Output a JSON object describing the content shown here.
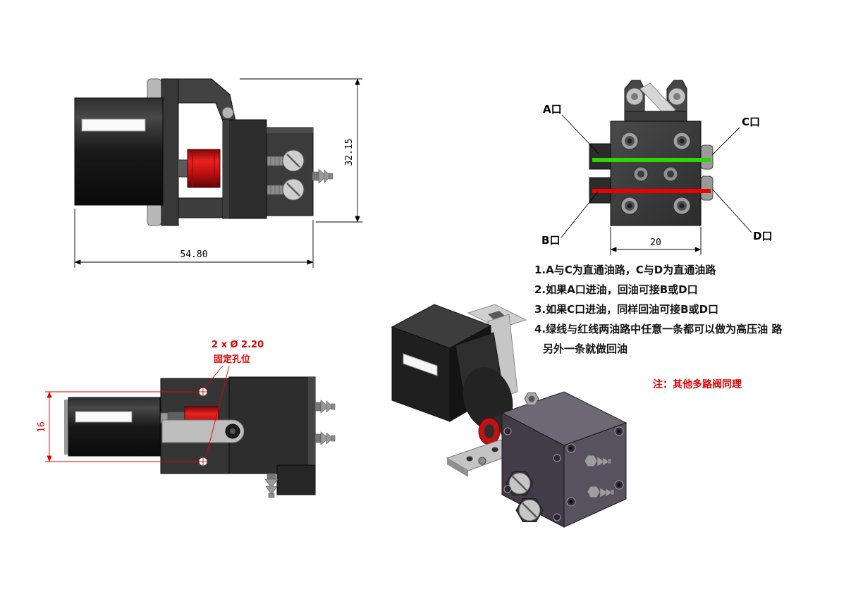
{
  "side_view": {
    "dim_width_label": "54.80",
    "dim_height_label": "32.15"
  },
  "front_view": {
    "port_a_label": "A口",
    "port_b_label": "B口",
    "port_c_label": "C口",
    "port_d_label": "D口",
    "dim_width_label": "20",
    "green_path_color": "#2fd500",
    "red_path_color": "#ee0000"
  },
  "top_view": {
    "hole_callout_line1": "2 x Ø 2.20",
    "hole_callout_line2": "固定孔位",
    "dim_holes_label": "16",
    "annotation_color": "#e00000"
  },
  "notes": {
    "items": [
      "1.A与C为直通油路，C与D为直通油路",
      "2.如果A口进油，回油可接B或D口",
      "3.如果C口进油，同样回油可接B或D口",
      "4.绿线与红线两油路中任意一条都可以做为高压油 路",
      "另外一条就做回油"
    ],
    "red_note": "注：其他多路阀同理",
    "red_note_color": "#e00000"
  }
}
